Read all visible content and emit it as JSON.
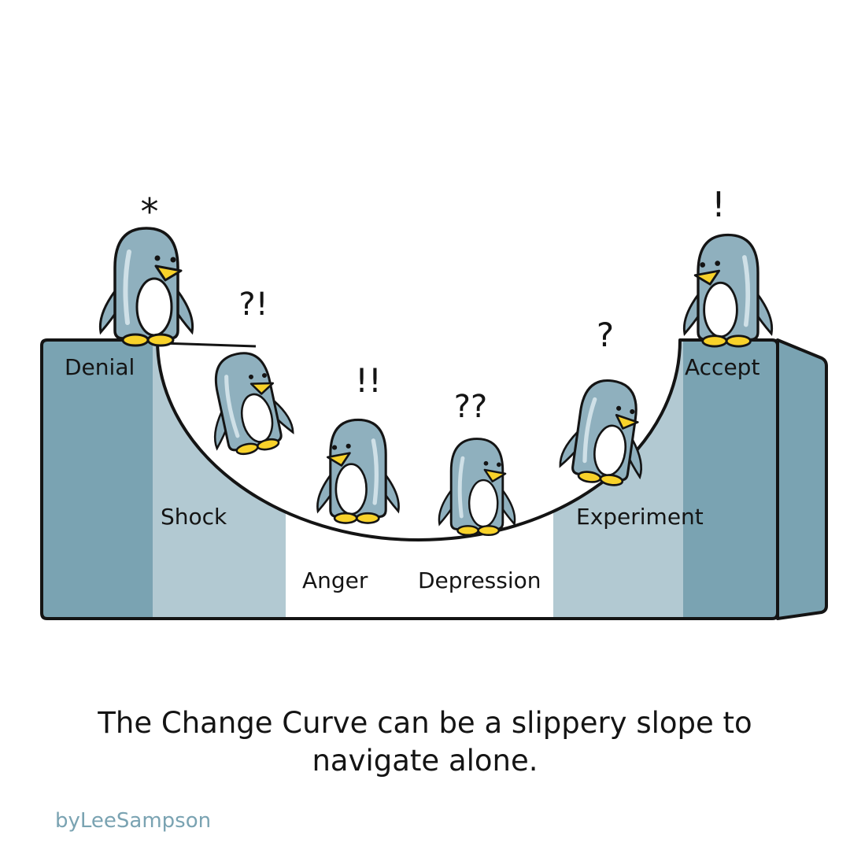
{
  "stages": [
    {
      "label": "Denial",
      "reaction": "*"
    },
    {
      "label": "Shock",
      "reaction": "?!"
    },
    {
      "label": "Anger",
      "reaction": "!!"
    },
    {
      "label": "Depression",
      "reaction": "??"
    },
    {
      "label": "Experiment",
      "reaction": "?"
    },
    {
      "label": "Accept",
      "reaction": "!"
    }
  ],
  "caption": "The Change Curve can be a slippery slope to navigate alone.",
  "credit": "byLeeSampson",
  "colors": {
    "dark_block": "#7aa3b2",
    "light_block": "#b2c9d2",
    "penguin_body": "#8fb0be",
    "penguin_belly": "#ffffff",
    "beak": "#f8d22a",
    "outline": "#141414"
  }
}
